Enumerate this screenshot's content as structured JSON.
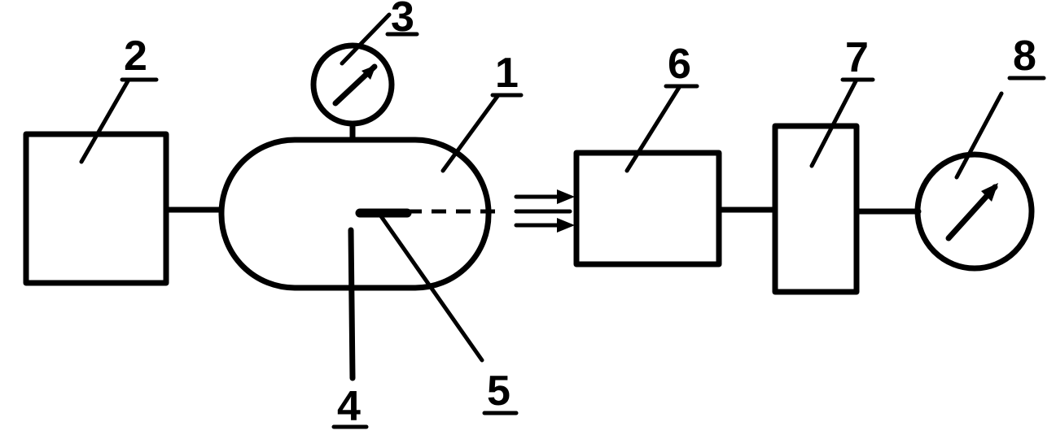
{
  "diagram": {
    "labels": {
      "n1": "1",
      "n2": "2",
      "n3": "3",
      "n4": "4",
      "n5": "5",
      "n6": "6",
      "n7": "7",
      "n8": "8"
    }
  }
}
